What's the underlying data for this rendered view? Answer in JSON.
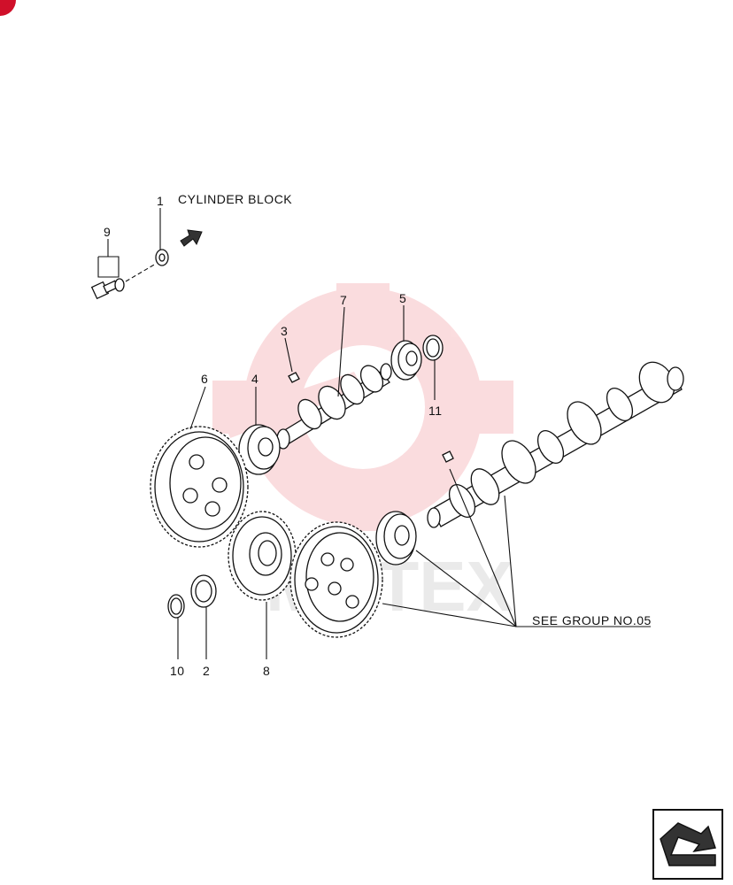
{
  "diagram": {
    "labels": {
      "cylinder_block": "CYLINDER BLOCK",
      "see_group": "SEE GROUP NO.05"
    },
    "callouts": [
      "1",
      "2",
      "3",
      "4",
      "5",
      "6",
      "7",
      "8",
      "9",
      "10",
      "11"
    ],
    "watermark": "MHTEX"
  },
  "colors": {
    "corner_marker": "#d0102a",
    "watermark": "#f6b3b8",
    "ink": "#111111"
  },
  "icons": {
    "next_page": "curved-arrow-icon"
  }
}
